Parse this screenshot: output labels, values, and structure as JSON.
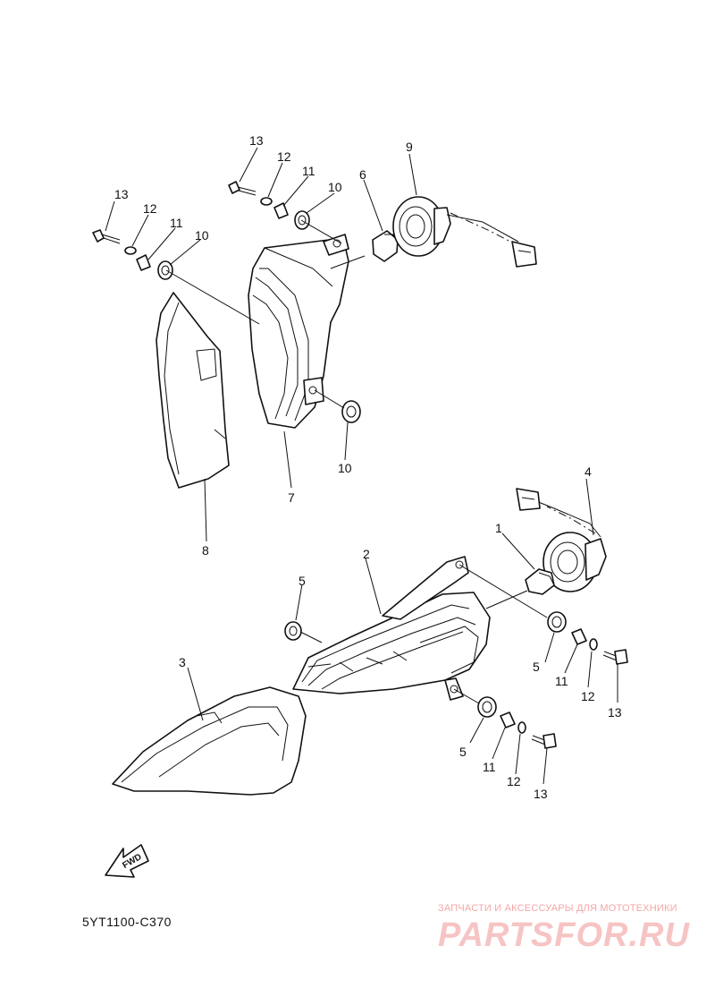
{
  "diagram_code": "5YT1100-C370",
  "fwd_arrow_text": "FWD",
  "watermark": {
    "tagline": "ЗАПЧАСТИ И АКСЕССУАРЫ ДЛЯ МОТОТЕХНИКИ",
    "brand": "PARTSFOR.RU"
  },
  "callouts": [
    "13",
    "12",
    "11",
    "10",
    "13",
    "12",
    "11",
    "10",
    "9",
    "6",
    "7",
    "8",
    "10",
    "4",
    "1",
    "2",
    "5",
    "5",
    "11",
    "12",
    "13",
    "3",
    "5",
    "11",
    "12",
    "13"
  ]
}
